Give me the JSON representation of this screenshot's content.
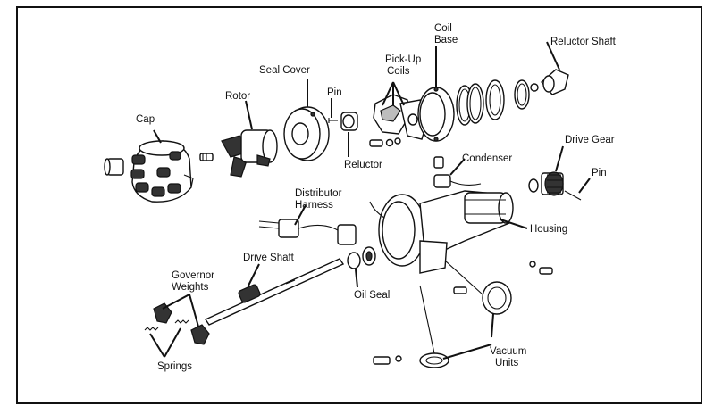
{
  "labels": {
    "cap": "Cap",
    "rotor": "Rotor",
    "seal_cover": "Seal Cover",
    "pin_top": "Pin",
    "reluctor": "Reluctor",
    "pick_up_coils_1": "Pick-Up",
    "pick_up_coils_2": "Coils",
    "coil_base_1": "Coil",
    "coil_base_2": "Base",
    "reluctor_shaft": "Reluctor Shaft",
    "drive_gear": "Drive Gear",
    "pin_right": "Pin",
    "condenser": "Condenser",
    "distributor_harness_1": "Distributor",
    "distributor_harness_2": "Harness",
    "housing": "Housing",
    "governor_weights_1": "Governor",
    "governor_weights_2": "Weights",
    "drive_shaft": "Drive Shaft",
    "oil_seal": "Oil Seal",
    "springs": "Springs",
    "vacuum_units_1": "Vacuum",
    "vacuum_units_2": "Units"
  }
}
